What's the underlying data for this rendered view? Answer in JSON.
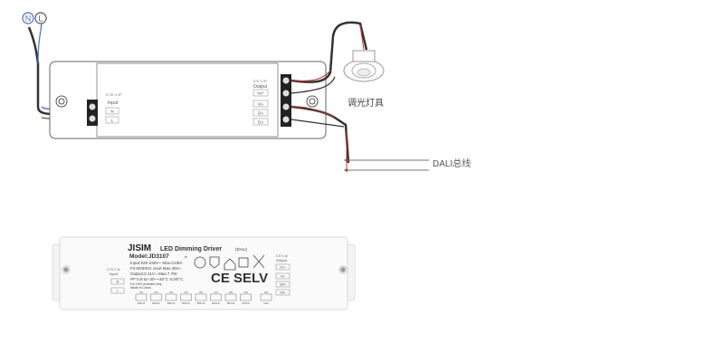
{
  "wiring_diagram": {
    "mains_labels": {
      "neutral": "N",
      "live": "L"
    },
    "input": {
      "spec": "0.75~1.5²",
      "title": "Input",
      "terminals": [
        "N",
        "L"
      ]
    },
    "output": {
      "spec": "0.5~1.5²",
      "title": "Output",
      "terminals": [
        "Vo+",
        "Vo-",
        "DA",
        "DA"
      ]
    },
    "lamp_label": "调光灯具",
    "bus_label": "DALI总线"
  },
  "product": {
    "brand": "JISIM",
    "title": "LED Dimming Driver",
    "title_suffix": "(DALI)",
    "model": "Model:JD3107",
    "model_suffix": "tc",
    "specs": [
      "Input:220-240V~ Max.0.06A",
      "Fs:50/60Hz Uout Max.25V=",
      "Output:2-11V= Max.7.7W",
      "PF:0.9  ta:-20~+45°C  tc:80°C"
    ],
    "notes": [
      "For LED modules only",
      "Made in China"
    ],
    "marks": "CE SELV",
    "input": {
      "spec": "0.75~1.5²",
      "title": "Input",
      "terminals": [
        "N",
        "L"
      ]
    },
    "output": {
      "spec": "0.5~1.5²",
      "title": "Output",
      "terminals": [
        "Vo+",
        "Vo-",
        "DA+",
        "DA-"
      ]
    },
    "dip_labels": [
      "300mA",
      "400mA",
      "450mA",
      "500mA",
      "550mA",
      "600mA",
      "650mA",
      "700mA",
      "load"
    ],
    "dip_on": "ON"
  }
}
